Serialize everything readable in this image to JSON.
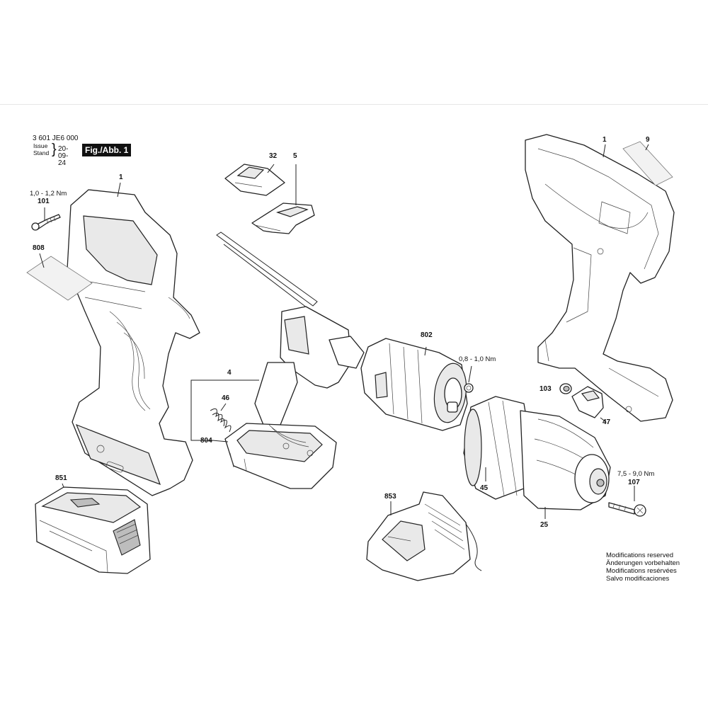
{
  "header": {
    "doc_number": "3 601 JE6 000",
    "issue_label": "Issue",
    "stand_label": "Stand",
    "issue_date": "20-09-24",
    "fig_label": "Fig./Abb. 1"
  },
  "callouts": {
    "housing_left": "1",
    "housing_right": "1",
    "label_9": "9",
    "part_32": "32",
    "part_5": "5",
    "screw_101": "101",
    "label_808": "808",
    "switch_4": "4",
    "spring_46": "46",
    "part_804": "804",
    "motor_802": "802",
    "part_103": "103",
    "part_47": "47",
    "gearbox_45": "45",
    "chuck_25": "25",
    "screw_107": "107",
    "battery_851": "851",
    "charger_853": "853"
  },
  "torques": {
    "screw_101": "1,0 - 1,2 Nm",
    "motor": "0,8 - 1,0 Nm",
    "screw_107": "7,5 - 9,0 Nm"
  },
  "modifications": [
    "Modifications reserved",
    "Änderungen vorbehalten",
    "Modifications resérvées",
    "Salvo modificaciones"
  ]
}
